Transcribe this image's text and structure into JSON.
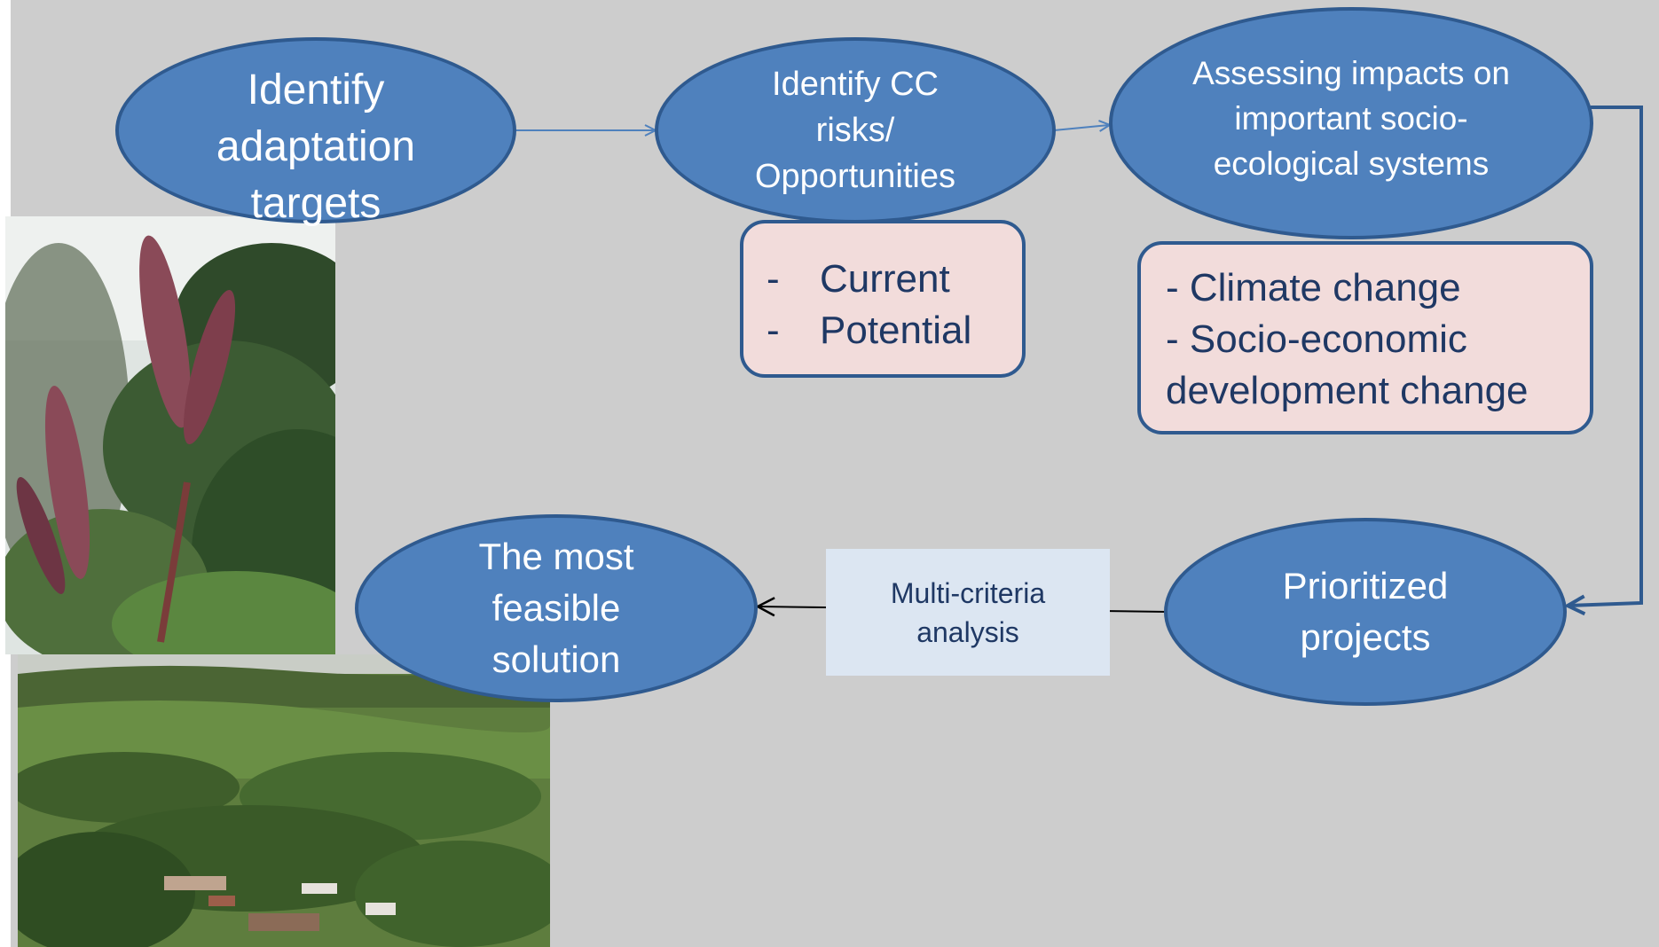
{
  "nodes": {
    "identify_targets": "Identify adaptation targets",
    "identify_cc": "Identify CC risks/ Opportunities",
    "assessing_impacts": "Assessing impacts on important socio-ecological systems",
    "prioritized_projects": "Prioritized projects",
    "most_feasible": "The most feasible solution"
  },
  "boxes": {
    "cc_bullets": [
      "Current",
      "Potential"
    ],
    "impact_bullets": [
      "- Climate change",
      "- Socio-economic development change"
    ]
  },
  "edge_label": "Multi-criteria analysis",
  "colors": {
    "background": "#cdcdcd",
    "node_fill": "#4f81bd",
    "node_border": "#2f5a8f",
    "box_fill": "#f2dcdb",
    "label_fill": "#dce6f2",
    "text_dark": "#1f3864"
  }
}
